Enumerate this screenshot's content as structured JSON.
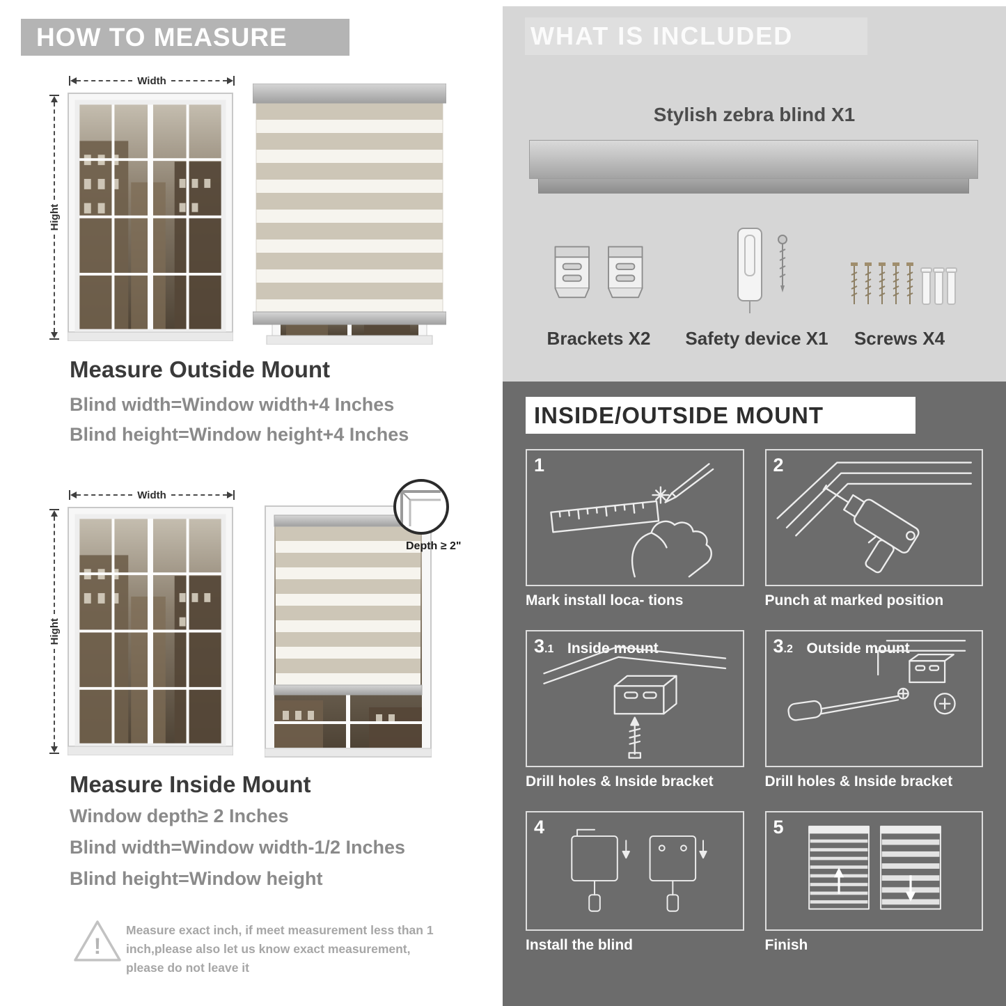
{
  "left": {
    "banner": "HOW TO MEASURE",
    "outside": {
      "width_label": "Width",
      "height_label": "Hight",
      "heading": "Measure Outside Mount",
      "line1": "Blind width=Window width+4 Inches",
      "line2": "Blind height=Window height+4 Inches"
    },
    "inside": {
      "width_label": "Width",
      "height_label": "Hight",
      "depth_label": "Depth ≥ 2\"",
      "heading": "Measure Inside Mount",
      "line1": "Window depth≥ 2 Inches",
      "line2": "Blind width=Window width-1/2 Inches",
      "line3": "Blind height=Window height"
    },
    "warning": {
      "icon": "!",
      "text": "Measure exact inch, if meet measurement less than 1 inch,please also let us know exact measurement, please do not leave it"
    }
  },
  "included": {
    "banner": "WHAT IS INCLUDED",
    "blind_label": "Stylish zebra blind X1",
    "items": [
      {
        "label": "Brackets X2"
      },
      {
        "label": "Safety device X1"
      },
      {
        "label": "Screws X4"
      }
    ]
  },
  "mount": {
    "banner": "INSIDE/OUTSIDE MOUNT",
    "steps": [
      {
        "num": "1",
        "sub": "",
        "label": "",
        "caption": "Mark install loca- tions"
      },
      {
        "num": "2",
        "sub": "",
        "label": "",
        "caption": "Punch at  marked position"
      },
      {
        "num": "3",
        "sub": ".1",
        "label": "Inside mount",
        "caption": "Drill holes &  Inside bracket"
      },
      {
        "num": "3",
        "sub": ".2",
        "label": "Outside mount",
        "caption": "Drill holes &  Inside bracket"
      },
      {
        "num": "4",
        "sub": "",
        "label": "",
        "caption": "Install the blind"
      },
      {
        "num": "5",
        "sub": "",
        "label": "",
        "caption": "Finish"
      }
    ]
  },
  "colors": {
    "banner_gray": "#b4b4b4",
    "panel_light": "#d6d6d6",
    "panel_dark": "#6c6c6c",
    "heading_dark": "#3a3a3a",
    "subtext_gray": "#8a8a8a"
  }
}
